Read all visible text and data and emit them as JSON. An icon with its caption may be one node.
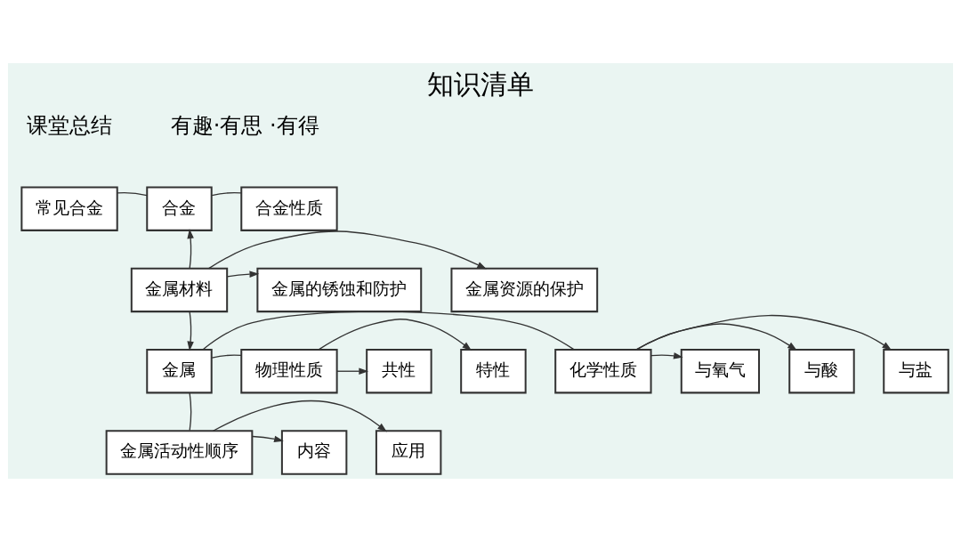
{
  "diagram": {
    "title": "知识清单",
    "nodes": [
      {
        "text": [
          "常见合金"
        ]
      },
      {
        "text": [
          "合金"
        ]
      },
      {
        "text": [
          "合金性质"
        ]
      },
      {
        "text": [
          "金属的锈蚀和防护"
        ]
      },
      {
        "text": [
          "金属材料"
        ]
      },
      {
        "text": [
          "金属资源的保护"
        ]
      },
      {
        "text": [
          "与氧气"
        ]
      },
      {
        "text": [
          "共性"
        ]
      },
      {
        "text": [
          "物理性质"
        ]
      },
      {
        "text": [
          "金属"
        ]
      },
      {
        "text": [
          "化学性质"
        ]
      },
      {
        "text": [
          "与酸"
        ]
      },
      {
        "text": [
          "特性"
        ]
      },
      {
        "text": [
          "与盐"
        ]
      },
      {
        "text": [
          "内容"
        ]
      },
      {
        "text": [
          "金属活动性顺序"
        ]
      },
      {
        "text": [
          "应用"
        ]
      }
    ],
    "edges": [
      {
        "from": 1,
        "to": 0,
        "arrow": "none"
      },
      {
        "from": 1,
        "to": 2,
        "arrow": "none"
      },
      {
        "from": 4,
        "to": 1,
        "arrow": "to"
      },
      {
        "from": 4,
        "to": 3,
        "arrow": "to"
      },
      {
        "from": 4,
        "to": 5,
        "arrow": "to"
      },
      {
        "from": 4,
        "to": 9,
        "arrow": "to"
      },
      {
        "from": 9,
        "to": 8,
        "arrow": "none"
      },
      {
        "from": 9,
        "to": 10,
        "arrow": "none"
      },
      {
        "from": 8,
        "to": 7,
        "arrow": "to"
      },
      {
        "from": 8,
        "to": 12,
        "arrow": "to"
      },
      {
        "from": 10,
        "to": 6,
        "arrow": "to"
      },
      {
        "from": 10,
        "to": 11,
        "arrow": "to"
      },
      {
        "from": 10,
        "to": 13,
        "arrow": "to"
      },
      {
        "from": 9,
        "to": 15,
        "arrow": "none"
      },
      {
        "from": 15,
        "to": 14,
        "arrow": "to"
      },
      {
        "from": 15,
        "to": 16,
        "arrow": "to"
      }
    ],
    "labels": [
      "课堂总结",
      "有趣·有思 ·有得"
    ]
  }
}
